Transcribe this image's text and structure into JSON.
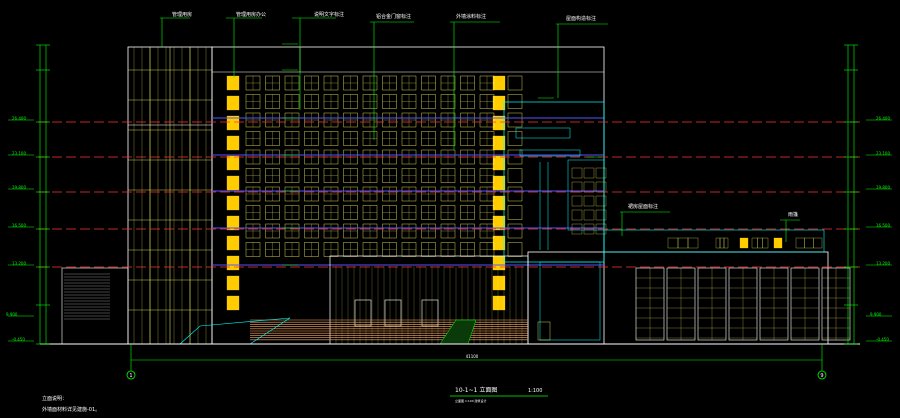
{
  "drawing": {
    "title": "10-1~1 立面图",
    "scale": "1:100",
    "subtitle": "立面图 1:100  建筑设计",
    "overall_dim": "41100",
    "notes": [
      "立面说明：",
      "外墙面材料详见建施-01。"
    ],
    "axis_left": "1",
    "axis_right": "9",
    "callouts": [
      "管理用房",
      "管理用房办公",
      "说明文字标注",
      "铝合金门窗标注",
      "外墙涂料标注",
      "屋面构造标注",
      "裙房屋面标注",
      "雨篷"
    ],
    "levels_left": [
      "26.400",
      "23.100",
      "19.800",
      "16.500",
      "13.200",
      "9.900",
      "-0.450"
    ],
    "levels_right": [
      "26.400",
      "23.100",
      "19.800",
      "16.500",
      "13.200",
      "9.900",
      "-0.450"
    ],
    "colors": {
      "background": "#000000",
      "outline": "#ffffff",
      "grid": "#ffff66",
      "accent": "#ffcc00",
      "dim": "#00ff00",
      "cyan": "#00ffff",
      "floor": "#ff3333",
      "band": "#5555ff",
      "ground": "#ffaa66"
    }
  }
}
